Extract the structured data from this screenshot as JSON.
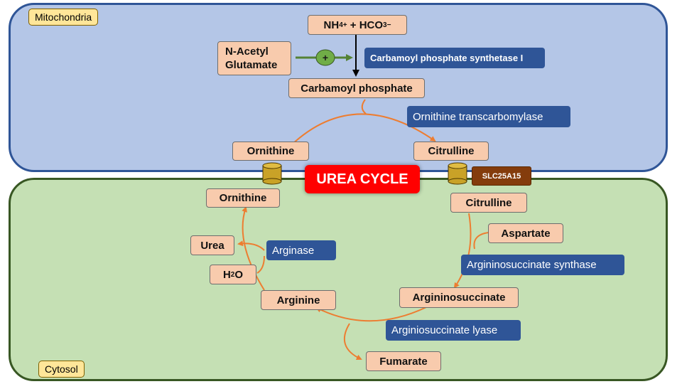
{
  "compartments": {
    "mitochondria": "Mitochondria",
    "cytosol": "Cytosol"
  },
  "title": "UREA CYCLE",
  "metabolites": {
    "nh4_hco3": {
      "p1": "NH",
      "p2": "4",
      "p3": "+",
      "p4": " + HCO",
      "p5": "3",
      "p6": "−"
    },
    "n_acetyl_glutamate": {
      "line1": "N-Acetyl",
      "line2": "Glutamate"
    },
    "carbamoyl_phosphate": "Carbamoyl phosphate",
    "ornithine_mito": "Ornithine",
    "citrulline_mito": "Citrulline",
    "ornithine_cyto": "Ornithine",
    "citrulline_cyto": "Citrulline",
    "aspartate": "Aspartate",
    "argininosuccinate": "Argininosuccinate",
    "fumarate": "Fumarate",
    "arginine": "Arginine",
    "urea": "Urea",
    "water": {
      "p1": "H",
      "p2": "2",
      "p3": "O"
    }
  },
  "enzymes": {
    "cps1": "Carbamoyl phosphate synthetase I",
    "otc": "Ornithine transcarbomylase",
    "ass": "Argininosuccinate synthase",
    "asl": "Arginiosuccinate lyase",
    "arginase": "Arginase"
  },
  "activator_symbol": "+",
  "transporter": "SLC25A15",
  "colors": {
    "mitochondria_fill": "#b4c6e7",
    "cytosol_fill": "#c5e0b4",
    "metabolite_fill": "#f8cbad",
    "enzyme_fill": "#2f5597",
    "arrow": "#ed7d31",
    "activator": "#548235",
    "title_fill": "#ff0000",
    "transporter_fill": "#843c0c"
  }
}
